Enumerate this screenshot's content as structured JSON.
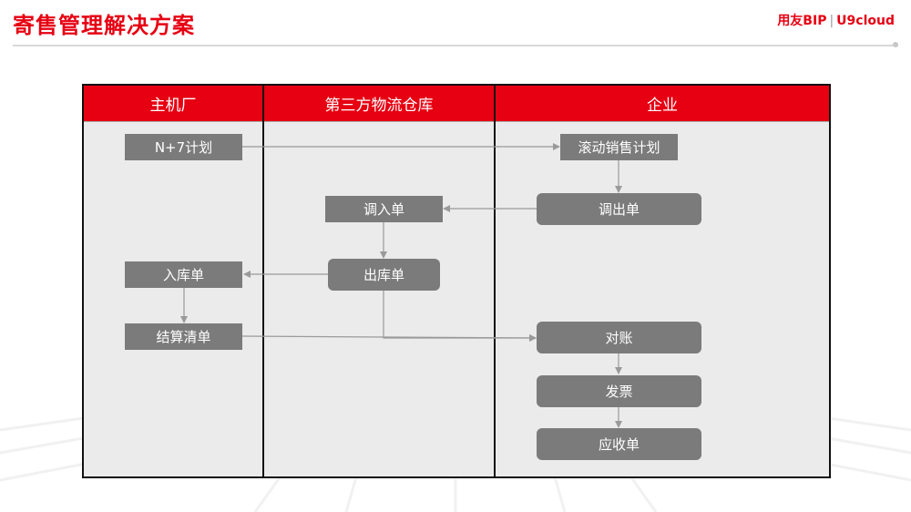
{
  "slide": {
    "title": "寄售管理解决方案",
    "brand_a": "用友BIP",
    "brand_sep": "|",
    "brand_b": "U9cloud"
  },
  "columns": [
    {
      "label": "主机厂"
    },
    {
      "label": "第三方物流仓库"
    },
    {
      "label": "企业"
    }
  ],
  "nodes": {
    "n7_plan": "N+7计划",
    "rolling_sales_plan": "滚动销售计划",
    "transfer_in": "调入单",
    "transfer_out": "调出单",
    "stock_in": "入库单",
    "stock_out": "出库单",
    "settlement_list": "结算清单",
    "reconciliation": "对账",
    "invoice": "发票",
    "receivable": "应收单"
  },
  "colors": {
    "accent": "#e60012",
    "node": "#7b7b7b",
    "panel": "#ebebeb",
    "arrow": "#9a9a9a"
  }
}
